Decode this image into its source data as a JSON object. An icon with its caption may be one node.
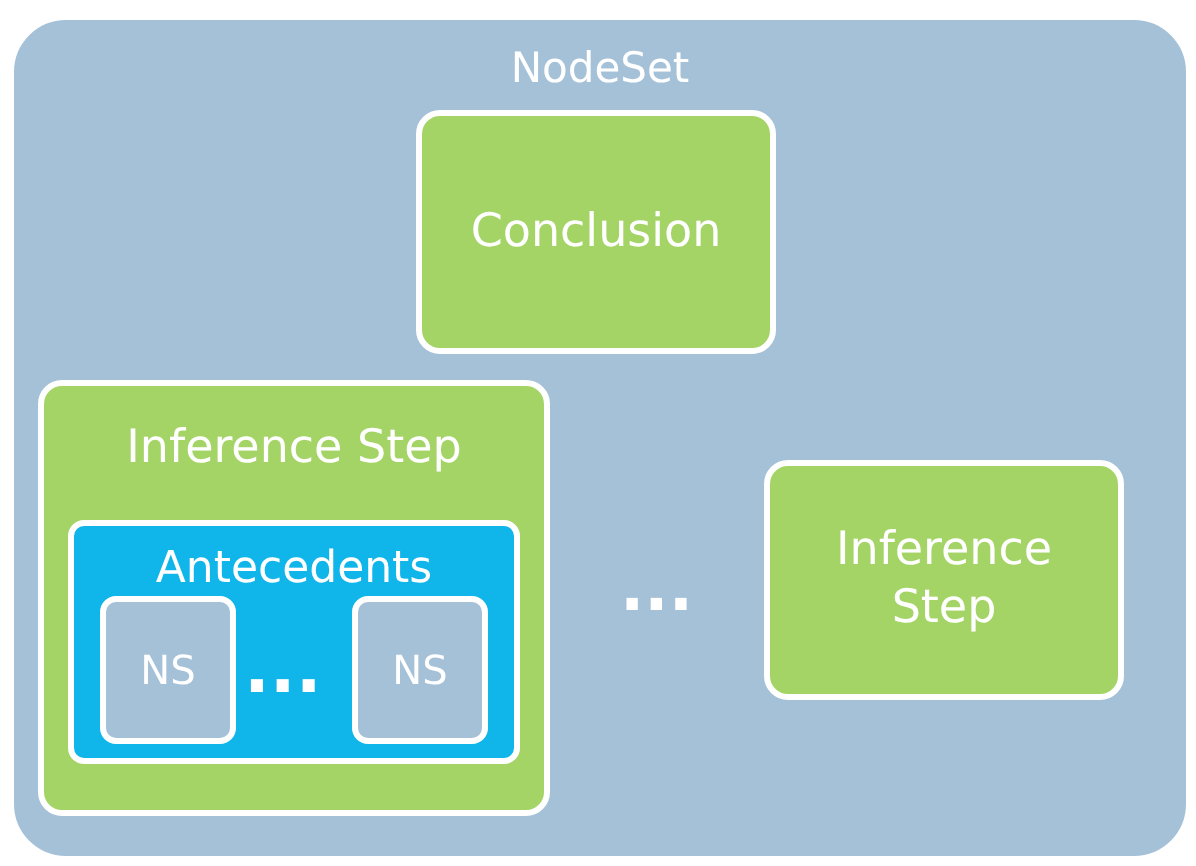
{
  "diagram": {
    "nodes": [
      {
        "text": [
          "NodeSet"
        ]
      },
      {
        "text": [
          "Conclusion"
        ],
        "in": 0
      },
      {
        "text": [
          "Inference Step"
        ],
        "in": 0
      },
      {
        "text": [
          "Antecedents"
        ],
        "in": 2
      },
      {
        "text": [
          "NS"
        ],
        "in": 3
      },
      {
        "text": [
          "NS"
        ],
        "in": 3
      },
      {
        "text": [
          "Inference Step"
        ],
        "in": 0
      }
    ],
    "labels": [
      "...",
      "..."
    ]
  }
}
